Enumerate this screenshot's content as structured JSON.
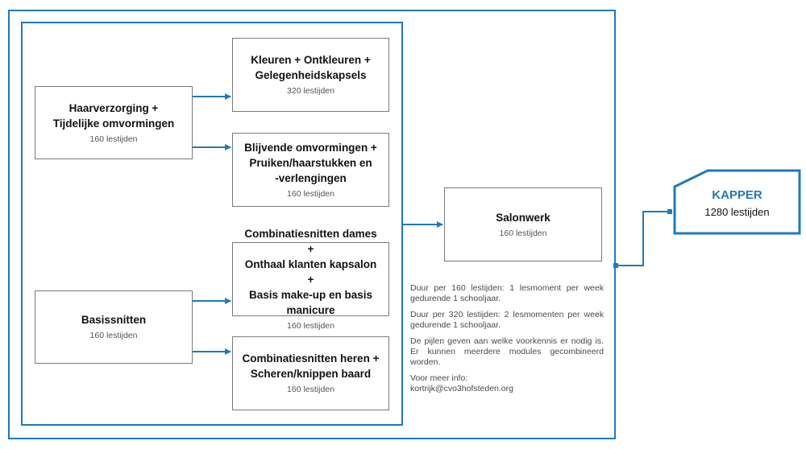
{
  "modules": {
    "haarverzorging": {
      "title_1": "Haarverzorging +",
      "title_2": "Tijdelijke omvormingen",
      "hours": "160 lestijden"
    },
    "basissnitten": {
      "title_1": "Basissnitten",
      "hours": "160 lestijden"
    },
    "kleuren": {
      "title_1": "Kleuren + Ontkleuren +",
      "title_2": "Gelegenheidskapsels",
      "hours": "320 lestijden"
    },
    "blijvende": {
      "title_1": "Blijvende omvormingen +",
      "title_2": "Pruiken/haarstukken en",
      "title_3": "-verlengingen",
      "hours": "160 lestijden"
    },
    "combi_dames": {
      "title_1": "Combinatiesnitten dames +",
      "title_2": "Onthaal klanten kapsalon +",
      "title_3": "Basis make-up en basis",
      "title_4": "manicure",
      "hours": "160 lestijden"
    },
    "combi_heren": {
      "title_1": "Combinatiesnitten heren +",
      "title_2": "Scheren/knippen baard",
      "hours": "160 lestijden"
    },
    "salonwerk": {
      "title_1": "Salonwerk",
      "hours": "160 lestijden"
    }
  },
  "info": {
    "duration_160": "Duur per 160 lestijden: 1 lesmoment per week gedurende 1 schooljaar.",
    "duration_320": "Duur per 320 lestijden: 2 lesmomenten per week gedurende 1 schooljaar.",
    "arrows_note": "De pijlen geven aan welke voorkennis er nodig is. Er kunnen meerdere modules gecombineerd worden.",
    "more_info_label": "Voor meer info:",
    "contact_email": "kortrijk@cvo3hofsteden.org"
  },
  "result": {
    "title": "KAPPER",
    "hours": "1280 lestijden"
  },
  "colors": {
    "accent": "#1f7ab8",
    "box_border": "#7a7a7a"
  }
}
